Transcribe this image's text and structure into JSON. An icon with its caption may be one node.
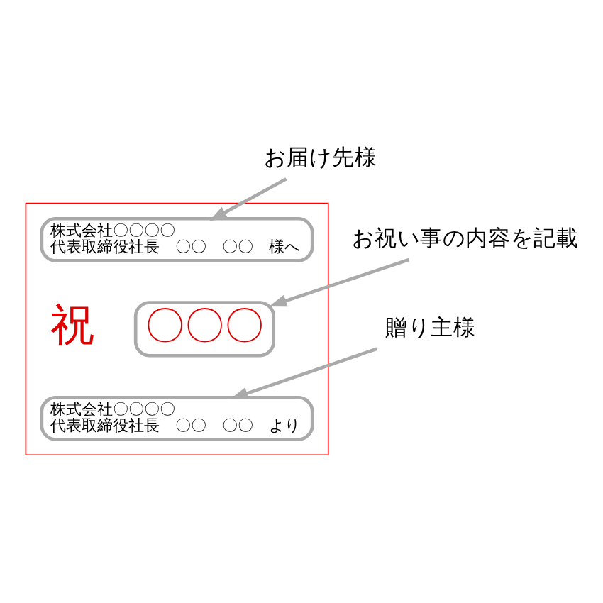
{
  "diagram": {
    "nodes": [
      {
        "text": [
          "お届け先様"
        ]
      },
      {
        "text": [
          "お祝い事の内容を記載"
        ]
      },
      {
        "text": [
          "贈り主様"
        ]
      },
      {
        "text": [],
        "shape": "box"
      },
      {
        "text": [
          "祝"
        ],
        "in": 3
      },
      {
        "text": [
          "株式会社〇〇〇〇",
          "代表取締役社長　〇〇　〇〇　様へ"
        ],
        "in": 3
      },
      {
        "text": [
          "〇〇〇"
        ],
        "in": 3
      },
      {
        "text": [
          "株式会社〇〇〇〇",
          "代表取締役社長　〇〇　〇〇　より"
        ],
        "in": 3
      }
    ],
    "edges": [
      {
        "from": 0,
        "to": 5,
        "arrow": "to"
      },
      {
        "from": 1,
        "to": 6,
        "arrow": "to"
      },
      {
        "from": 2,
        "to": 7,
        "arrow": "to"
      }
    ]
  }
}
